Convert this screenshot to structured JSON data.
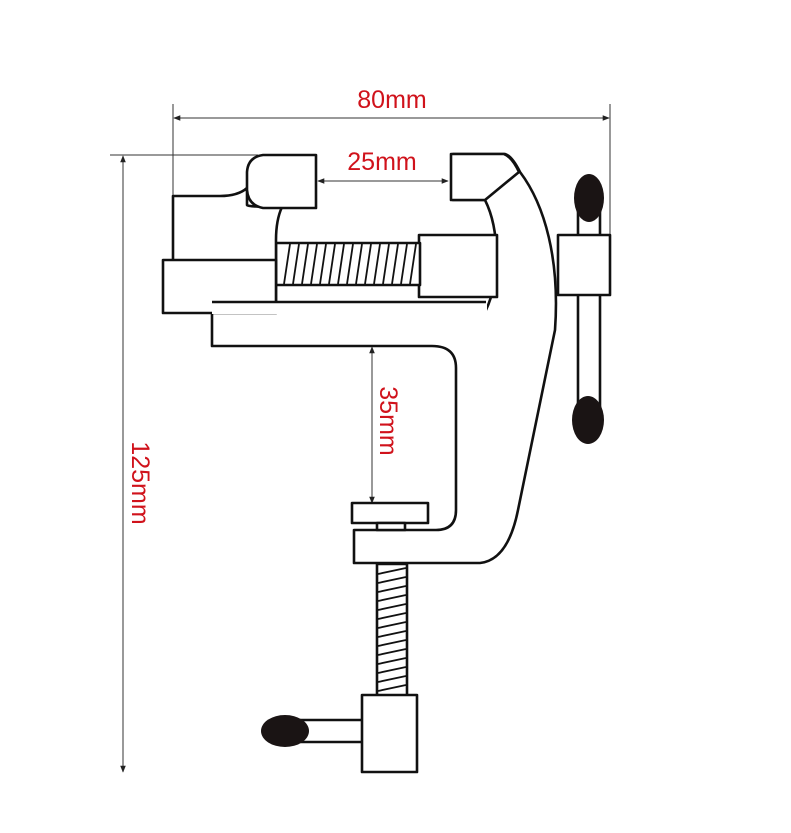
{
  "diagram": {
    "subject": "bench vise with table clamp",
    "colors": {
      "label": "#d0121b",
      "outline": "#111111",
      "knob": "#1a1414",
      "dimension_line": "#333333",
      "background": "#ffffff"
    },
    "dimensions": {
      "overall_width": {
        "label": "80mm",
        "orientation": "horizontal"
      },
      "jaw_opening": {
        "label": "25mm",
        "orientation": "horizontal"
      },
      "clamp_opening": {
        "label": "35mm",
        "orientation": "vertical"
      },
      "overall_height": {
        "label": "125mm",
        "orientation": "vertical"
      }
    },
    "parts": [
      "movable-jaw",
      "fixed-jaw",
      "lead-screw",
      "c-frame",
      "jaw-handle",
      "clamp-pad",
      "clamp-screw",
      "clamp-handle"
    ]
  }
}
